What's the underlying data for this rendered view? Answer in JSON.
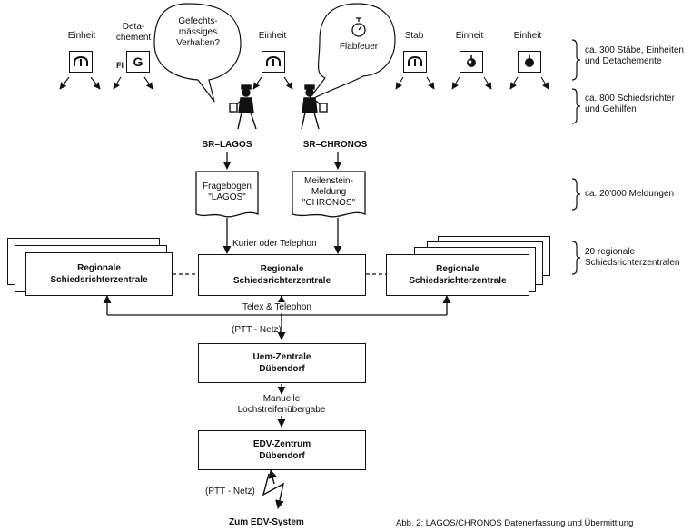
{
  "units": {
    "einheit_1": "Einheit",
    "detachement": "Deta-\nchement",
    "einheit_2": "Einheit",
    "stab": "Stab",
    "einheit_3": "Einheit",
    "einheit_4": "Einheit",
    "detachement_symbol": "G",
    "fl_mark": "Fl"
  },
  "bubbles": {
    "left": "Gefechts-\nmässiges\nVerhalten?",
    "right": "Flabfeuer"
  },
  "referees": {
    "left": "SR–LAGOS",
    "right": "SR–CHRONOS"
  },
  "documents": {
    "left": "Fragebogen\n\"LAGOS\"",
    "right": "Meilenstein-\nMeldung\n\"CHRONOS\""
  },
  "links": {
    "courier": "Kurier oder Telephon",
    "telex": "Telex & Telephon",
    "ptt_1": "(PTT - Netz)",
    "manual": "Manuelle\nLochstreifenübergabe",
    "ptt_2": "(PTT - Netz)"
  },
  "centres": {
    "regional_left": "Regionale\nSchiedsrichterzentrale",
    "regional_middle": "Regionale\nSchiedsrichterzentrale",
    "regional_right": "Regionale\nSchiedsrichterzentrale",
    "uem": "Uem-Zentrale\nDübendorf",
    "edv": "EDV-Zentrum\nDübendorf",
    "edv_system": "Zum EDV-System"
  },
  "annotations": {
    "a1": "ca. 300 Stäbe, Einheiten\nund Detachemente",
    "a2": "ca. 800 Schiedsrichter\nund Gehilfen",
    "a3": "ca. 20'000 Meldungen",
    "a4": "20 regionale\nSchiedsrichterzentralen"
  },
  "caption": "Abb. 2: LAGOS/CHRONOS Datenerfassung und Übermittlung"
}
